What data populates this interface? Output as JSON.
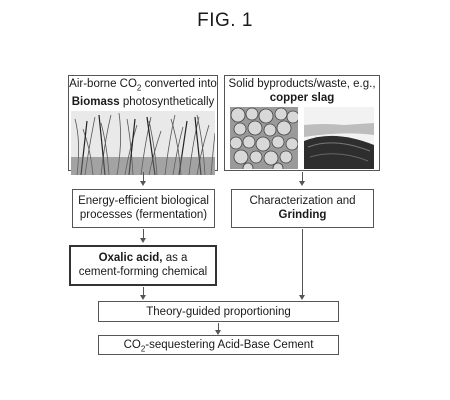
{
  "figure": {
    "title": "FIG. 1"
  },
  "boxes": {
    "biomass": {
      "line1_pre": "Air-borne CO",
      "line1_sub": "2",
      "line1_post": " converted into",
      "line2_bold": "Biomass",
      "line2_post": " photosynthetically"
    },
    "slag": {
      "line1": "Solid byproducts/waste, e.g.,",
      "line2_bold": "copper slag"
    },
    "bio_process": {
      "line1": "Energy-efficient biological",
      "line2": "processes (fermentation)"
    },
    "grinding": {
      "line1": "Characterization and",
      "line2_bold": "Grinding"
    },
    "oxalic": {
      "line1_bold": "Oxalic acid,",
      "line1_post": " as a",
      "line2": "cement-forming chemical"
    },
    "proportioning": {
      "label": "Theory-guided proportioning"
    },
    "cement": {
      "pre": "CO",
      "sub": "2",
      "post": "-sequestering Acid-Base Cement"
    }
  }
}
